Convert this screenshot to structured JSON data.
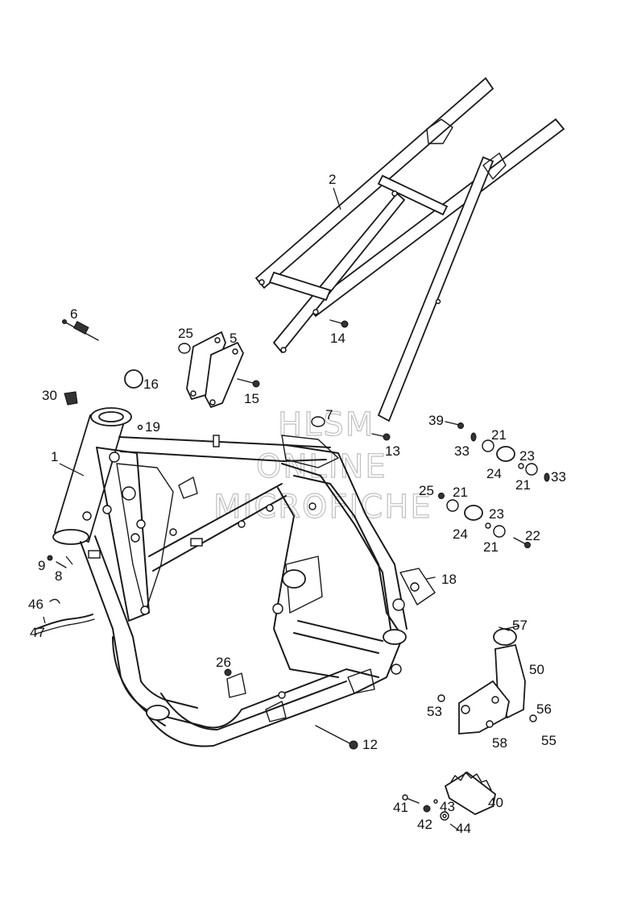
{
  "callouts": {
    "c1": "1",
    "c2": "2",
    "c5": "5",
    "c6": "6",
    "c7": "7",
    "c8": "8",
    "c9": "9",
    "c12": "12",
    "c13": "13",
    "c14": "14",
    "c15": "15",
    "c16": "16",
    "c18": "18",
    "c19": "19",
    "c21a": "21",
    "c21b": "21",
    "c21c": "21",
    "c21d": "21",
    "c22": "22",
    "c23a": "23",
    "c23b": "23",
    "c24a": "24",
    "c24b": "24",
    "c25a": "25",
    "c25b": "25",
    "c26": "26",
    "c30": "30",
    "c33a": "33",
    "c33b": "33",
    "c39": "39",
    "c40": "40",
    "c41": "41",
    "c42": "42",
    "c43": "43",
    "c44": "44",
    "c46": "46",
    "c47": "47",
    "c50": "50",
    "c53": "53",
    "c55": "55",
    "c56": "56",
    "c57": "57",
    "c58": "58"
  },
  "watermark": {
    "line1": "HLSM",
    "line2": "ONLINE",
    "line3": "MICROFICHE"
  }
}
